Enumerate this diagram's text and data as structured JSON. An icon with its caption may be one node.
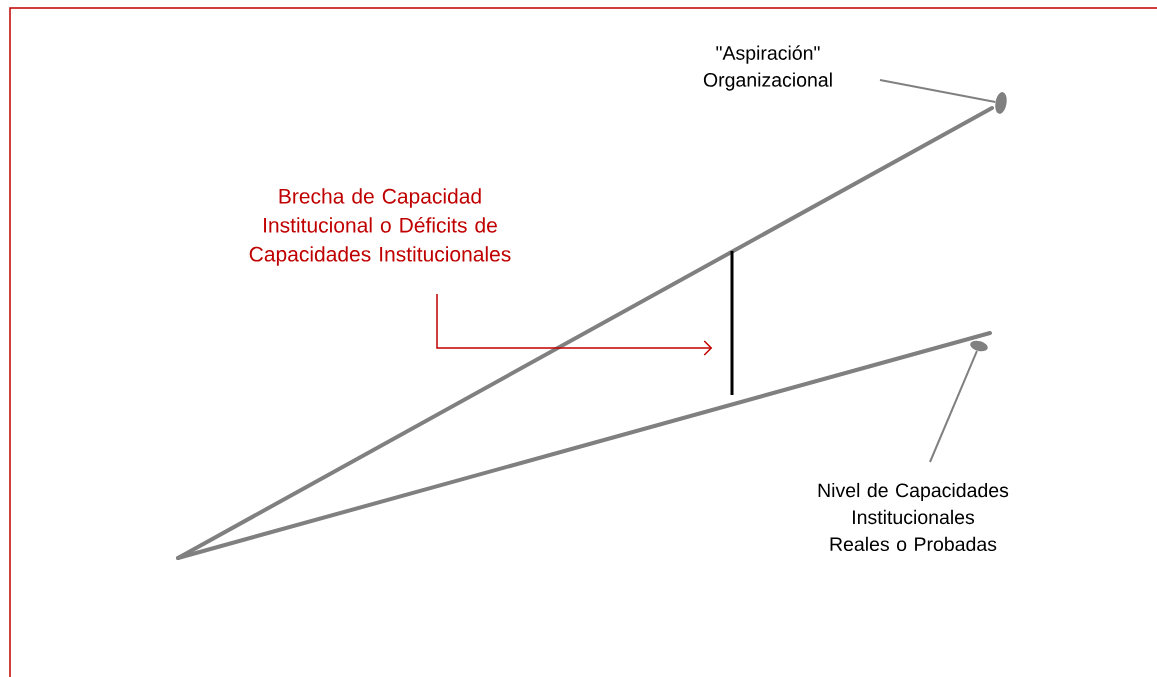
{
  "diagram": {
    "nodes": [
      {
        "text": [
          "\"Aspiración\" Organizacional"
        ]
      },
      {
        "text": [],
        "shape": "circle"
      },
      {
        "text": [
          "Brecha de Capacidad Institucional o Déficits de Capacidades Institucionales"
        ]
      },
      {
        "text": [],
        "shape": "bar"
      },
      {
        "text": [],
        "shape": "circle"
      },
      {
        "text": [
          "Nivel de Capacidades Institucionales Reales o Probadas"
        ]
      }
    ],
    "edges": [
      {
        "from": 0,
        "to": 1,
        "arrow": "none"
      },
      {
        "from": 2,
        "to": 3,
        "arrow": "to",
        "color": "#c00000"
      },
      {
        "from": 5,
        "to": 4,
        "arrow": "none"
      }
    ]
  }
}
